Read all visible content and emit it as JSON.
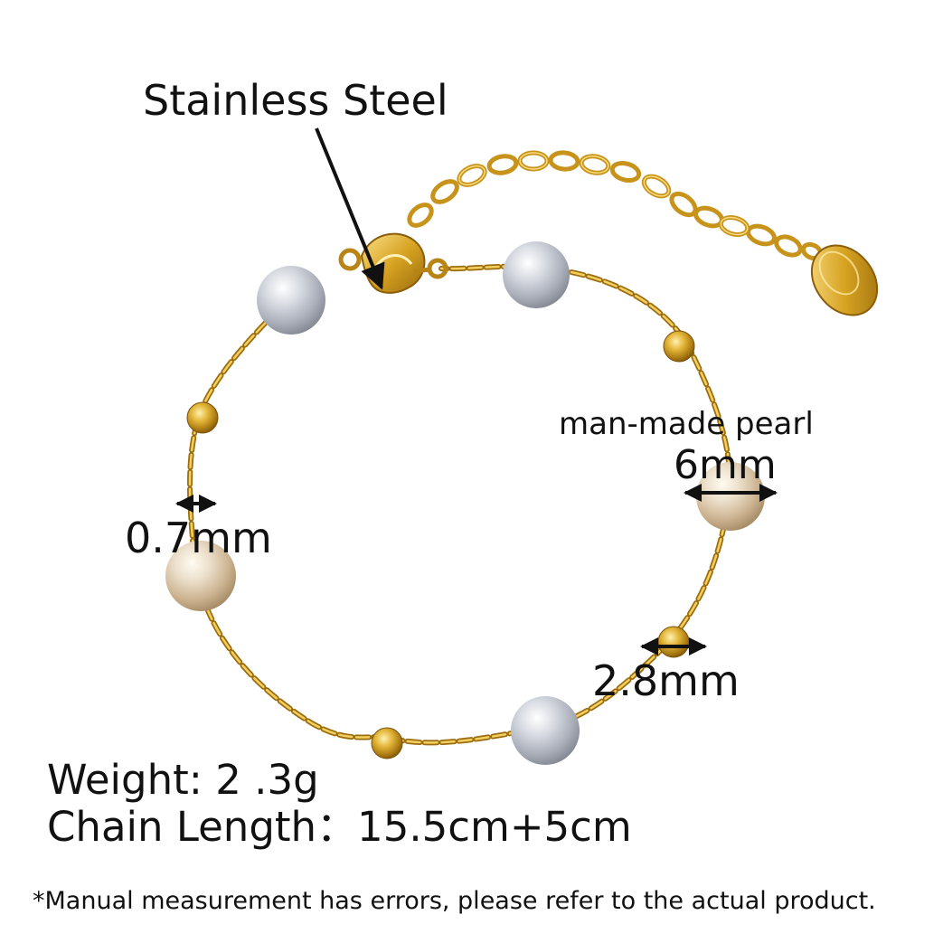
{
  "labels": {
    "material": "Stainless Steel",
    "pearl_type": "man-made pearl",
    "pearl_size": "6mm",
    "chain_width": "0.7mm",
    "bead_size": "2.8mm",
    "weight": "Weight: 2 .3g",
    "chain_length": "Chain Length：15.5cm+5cm",
    "disclaimer": "*Manual measurement has errors, please refer to the actual product."
  },
  "colors": {
    "gold": "#d9a520",
    "gold_dark": "#9c6d0e",
    "gold_light": "#f6d675",
    "pearl_grey": "#b7bcc6",
    "pearl_cream": "#e2cdb0",
    "text": "#111111"
  }
}
